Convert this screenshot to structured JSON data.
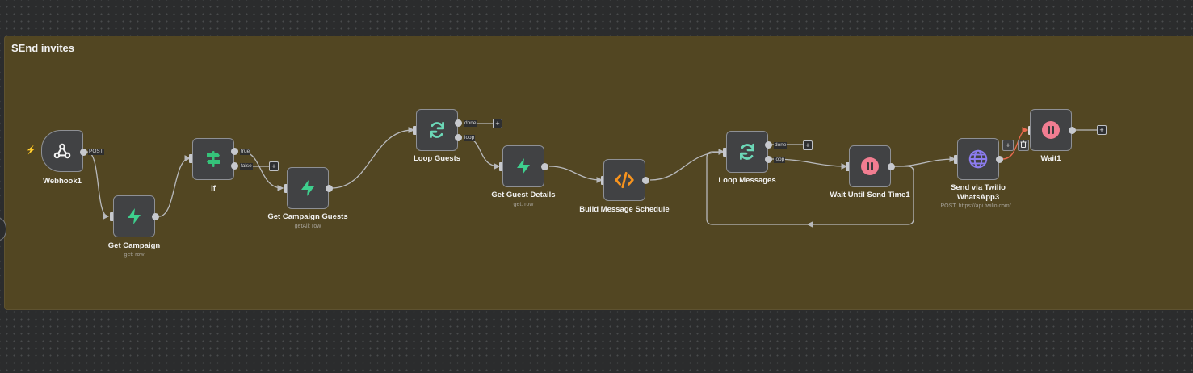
{
  "sticky_note": {
    "title": "SEnd invites",
    "color": "#524622"
  },
  "colors": {
    "canvas_bg": "#2b2c2d",
    "node_bg": "#414244",
    "edge": "#b8b9bc",
    "edge_hover": "#ea6a4f",
    "supabase_green": "#3ecf8e",
    "loop_teal": "#6cd8b8",
    "code_orange": "#f7931e",
    "wait_pink": "#f17d91",
    "http_purple": "#8c7cf0",
    "if_green": "#35c37a"
  },
  "nodes": [
    {
      "id": "webhook1",
      "label": "Webhook1",
      "sub": "",
      "icon": "webhook-icon",
      "outputs": [
        "POST"
      ]
    },
    {
      "id": "get-campaign",
      "label": "Get Campaign",
      "sub": "get: row",
      "icon": "supabase-icon"
    },
    {
      "id": "if",
      "label": "If",
      "sub": "",
      "icon": "if-signpost-icon",
      "outputs": [
        "true",
        "false"
      ]
    },
    {
      "id": "get-campaign-guests",
      "label": "Get Campaign Guests",
      "sub": "getAll: row",
      "icon": "supabase-icon"
    },
    {
      "id": "loop-guests",
      "label": "Loop Guests",
      "sub": "",
      "icon": "loop-icon",
      "outputs": [
        "done",
        "loop"
      ]
    },
    {
      "id": "get-guest-details",
      "label": "Get Guest Details",
      "sub": "get: row",
      "icon": "supabase-icon"
    },
    {
      "id": "build-message-schedule",
      "label": "Build Message Schedule",
      "sub": "",
      "icon": "code-icon"
    },
    {
      "id": "loop-messages",
      "label": "Loop Messages",
      "sub": "",
      "icon": "loop-icon",
      "outputs": [
        "done",
        "loop"
      ]
    },
    {
      "id": "wait-until-send-time1",
      "label": "Wait Until Send Time1",
      "sub": "",
      "icon": "pause-icon"
    },
    {
      "id": "send-via-twilio",
      "label": "Send via Twilio WhatsApp3",
      "label_lines": [
        "Send via Twilio",
        "WhatsApp3"
      ],
      "sub": "POST: https://api.twilio.com/...",
      "icon": "globe-icon"
    },
    {
      "id": "wait1",
      "label": "Wait1",
      "sub": "",
      "icon": "pause-icon"
    }
  ],
  "buttons": {
    "add": "+",
    "delete": "🗑"
  }
}
